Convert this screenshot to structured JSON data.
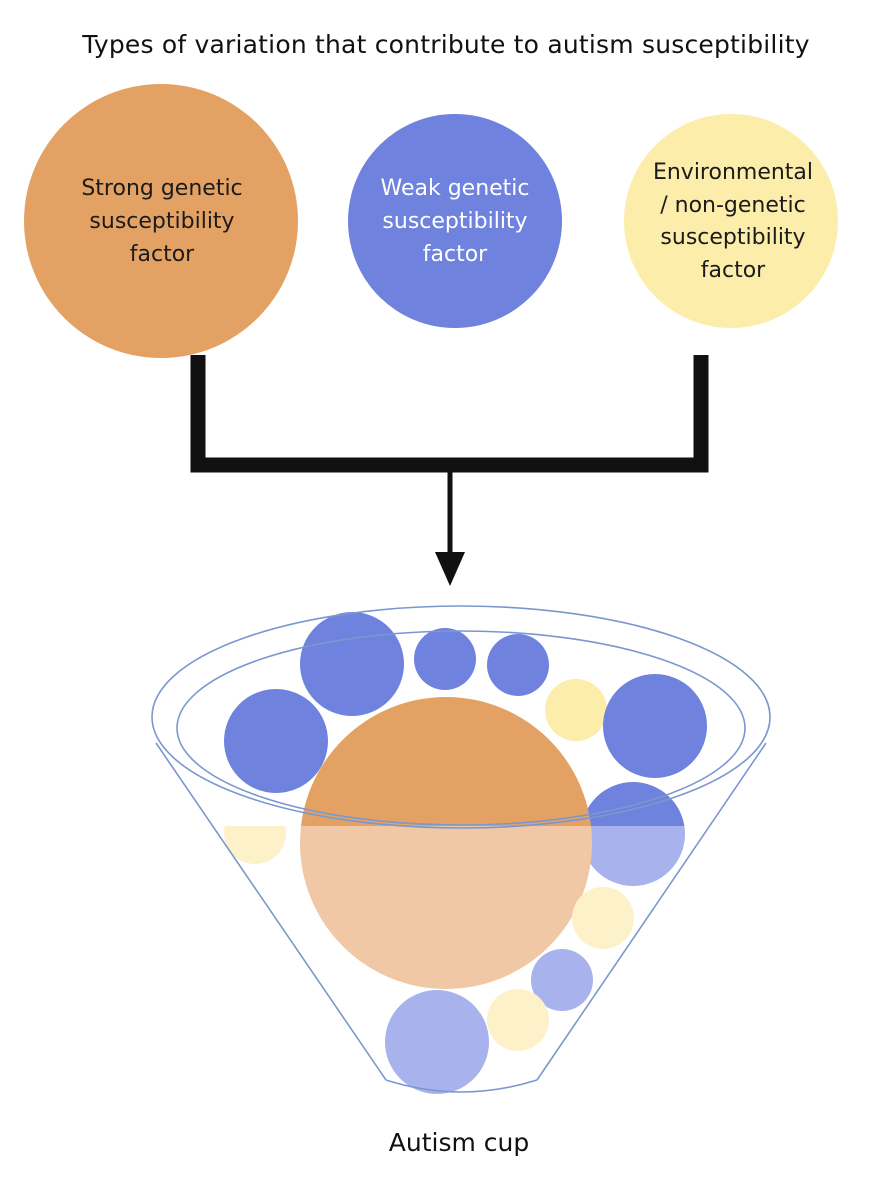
{
  "title": "Types of variation that contribute to autism susceptibility",
  "factors": {
    "strong": {
      "label": "Strong genetic\nsusceptibility\nfactor",
      "color": "#E3A264"
    },
    "weak": {
      "label": "Weak genetic\nsusceptibility\nfactor",
      "color": "#6E82DE"
    },
    "environmental": {
      "label": "Environmental\n/ non-genetic\nsusceptibility\nfactor",
      "color": "#FCEDAA"
    }
  },
  "cup": {
    "label": "Autism cup",
    "outline_color": "#7A98CF",
    "submerged_colors": {
      "strong": "#F0C8A5",
      "weak": "#A8B2EC",
      "environmental": "#FCF1C8"
    }
  },
  "connector_color": "#111111"
}
